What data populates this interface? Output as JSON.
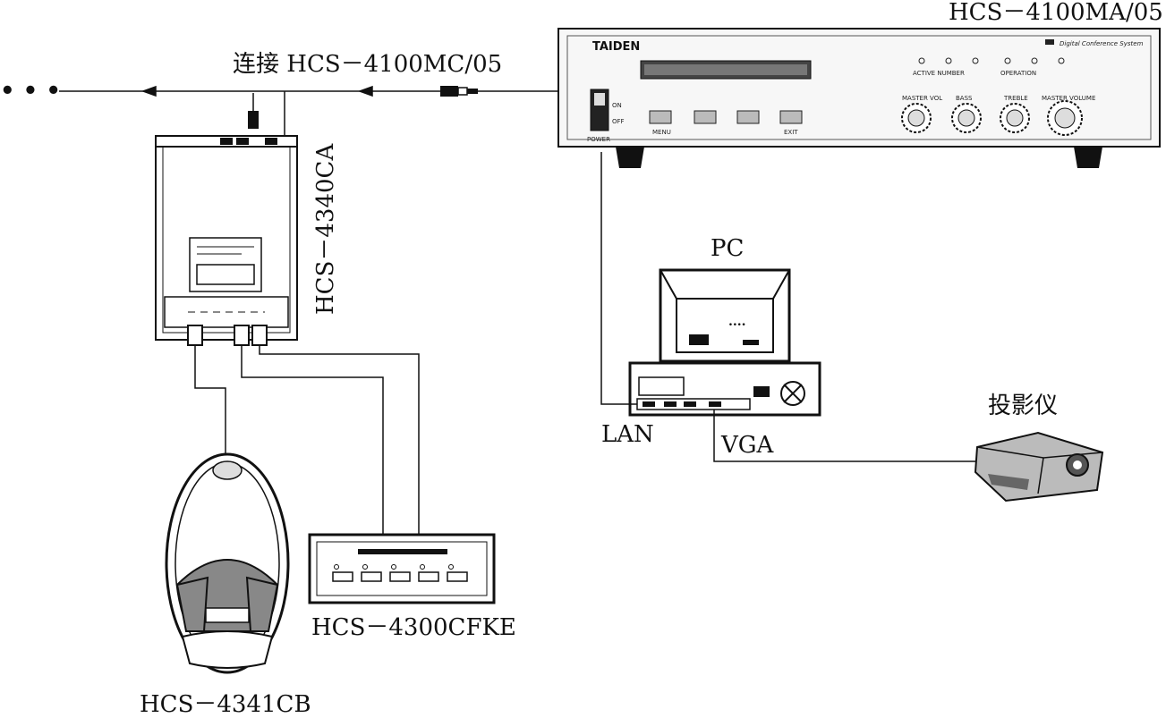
{
  "labels": {
    "main_unit": "HCS－4100MA/05",
    "connect": "连接 HCS－4100MC/05",
    "ellipsis": "• • •",
    "unit_4340": "HCS－4340CA",
    "pc": "PC",
    "lan": "LAN",
    "vga": "VGA",
    "projector": "投影仪",
    "unit_4300": "HCS－4300CFKE",
    "unit_4341": "HCS－4341CB"
  },
  "front_panel": {
    "brand": "TAIDEN",
    "subtitle": "Digital Conference System",
    "power": "POWER",
    "on": "ON",
    "off": "OFF",
    "buttons": [
      "MENU",
      "",
      "",
      "EXIT"
    ],
    "group_a": "ACTIVE NUMBER",
    "group_b": "OPERATION",
    "knobs": [
      "MASTER VOL",
      "BASS",
      "TREBLE",
      "MASTER VOLUME"
    ]
  },
  "keypad": {
    "buttons": [
      "",
      "",
      "",
      "",
      ""
    ]
  }
}
